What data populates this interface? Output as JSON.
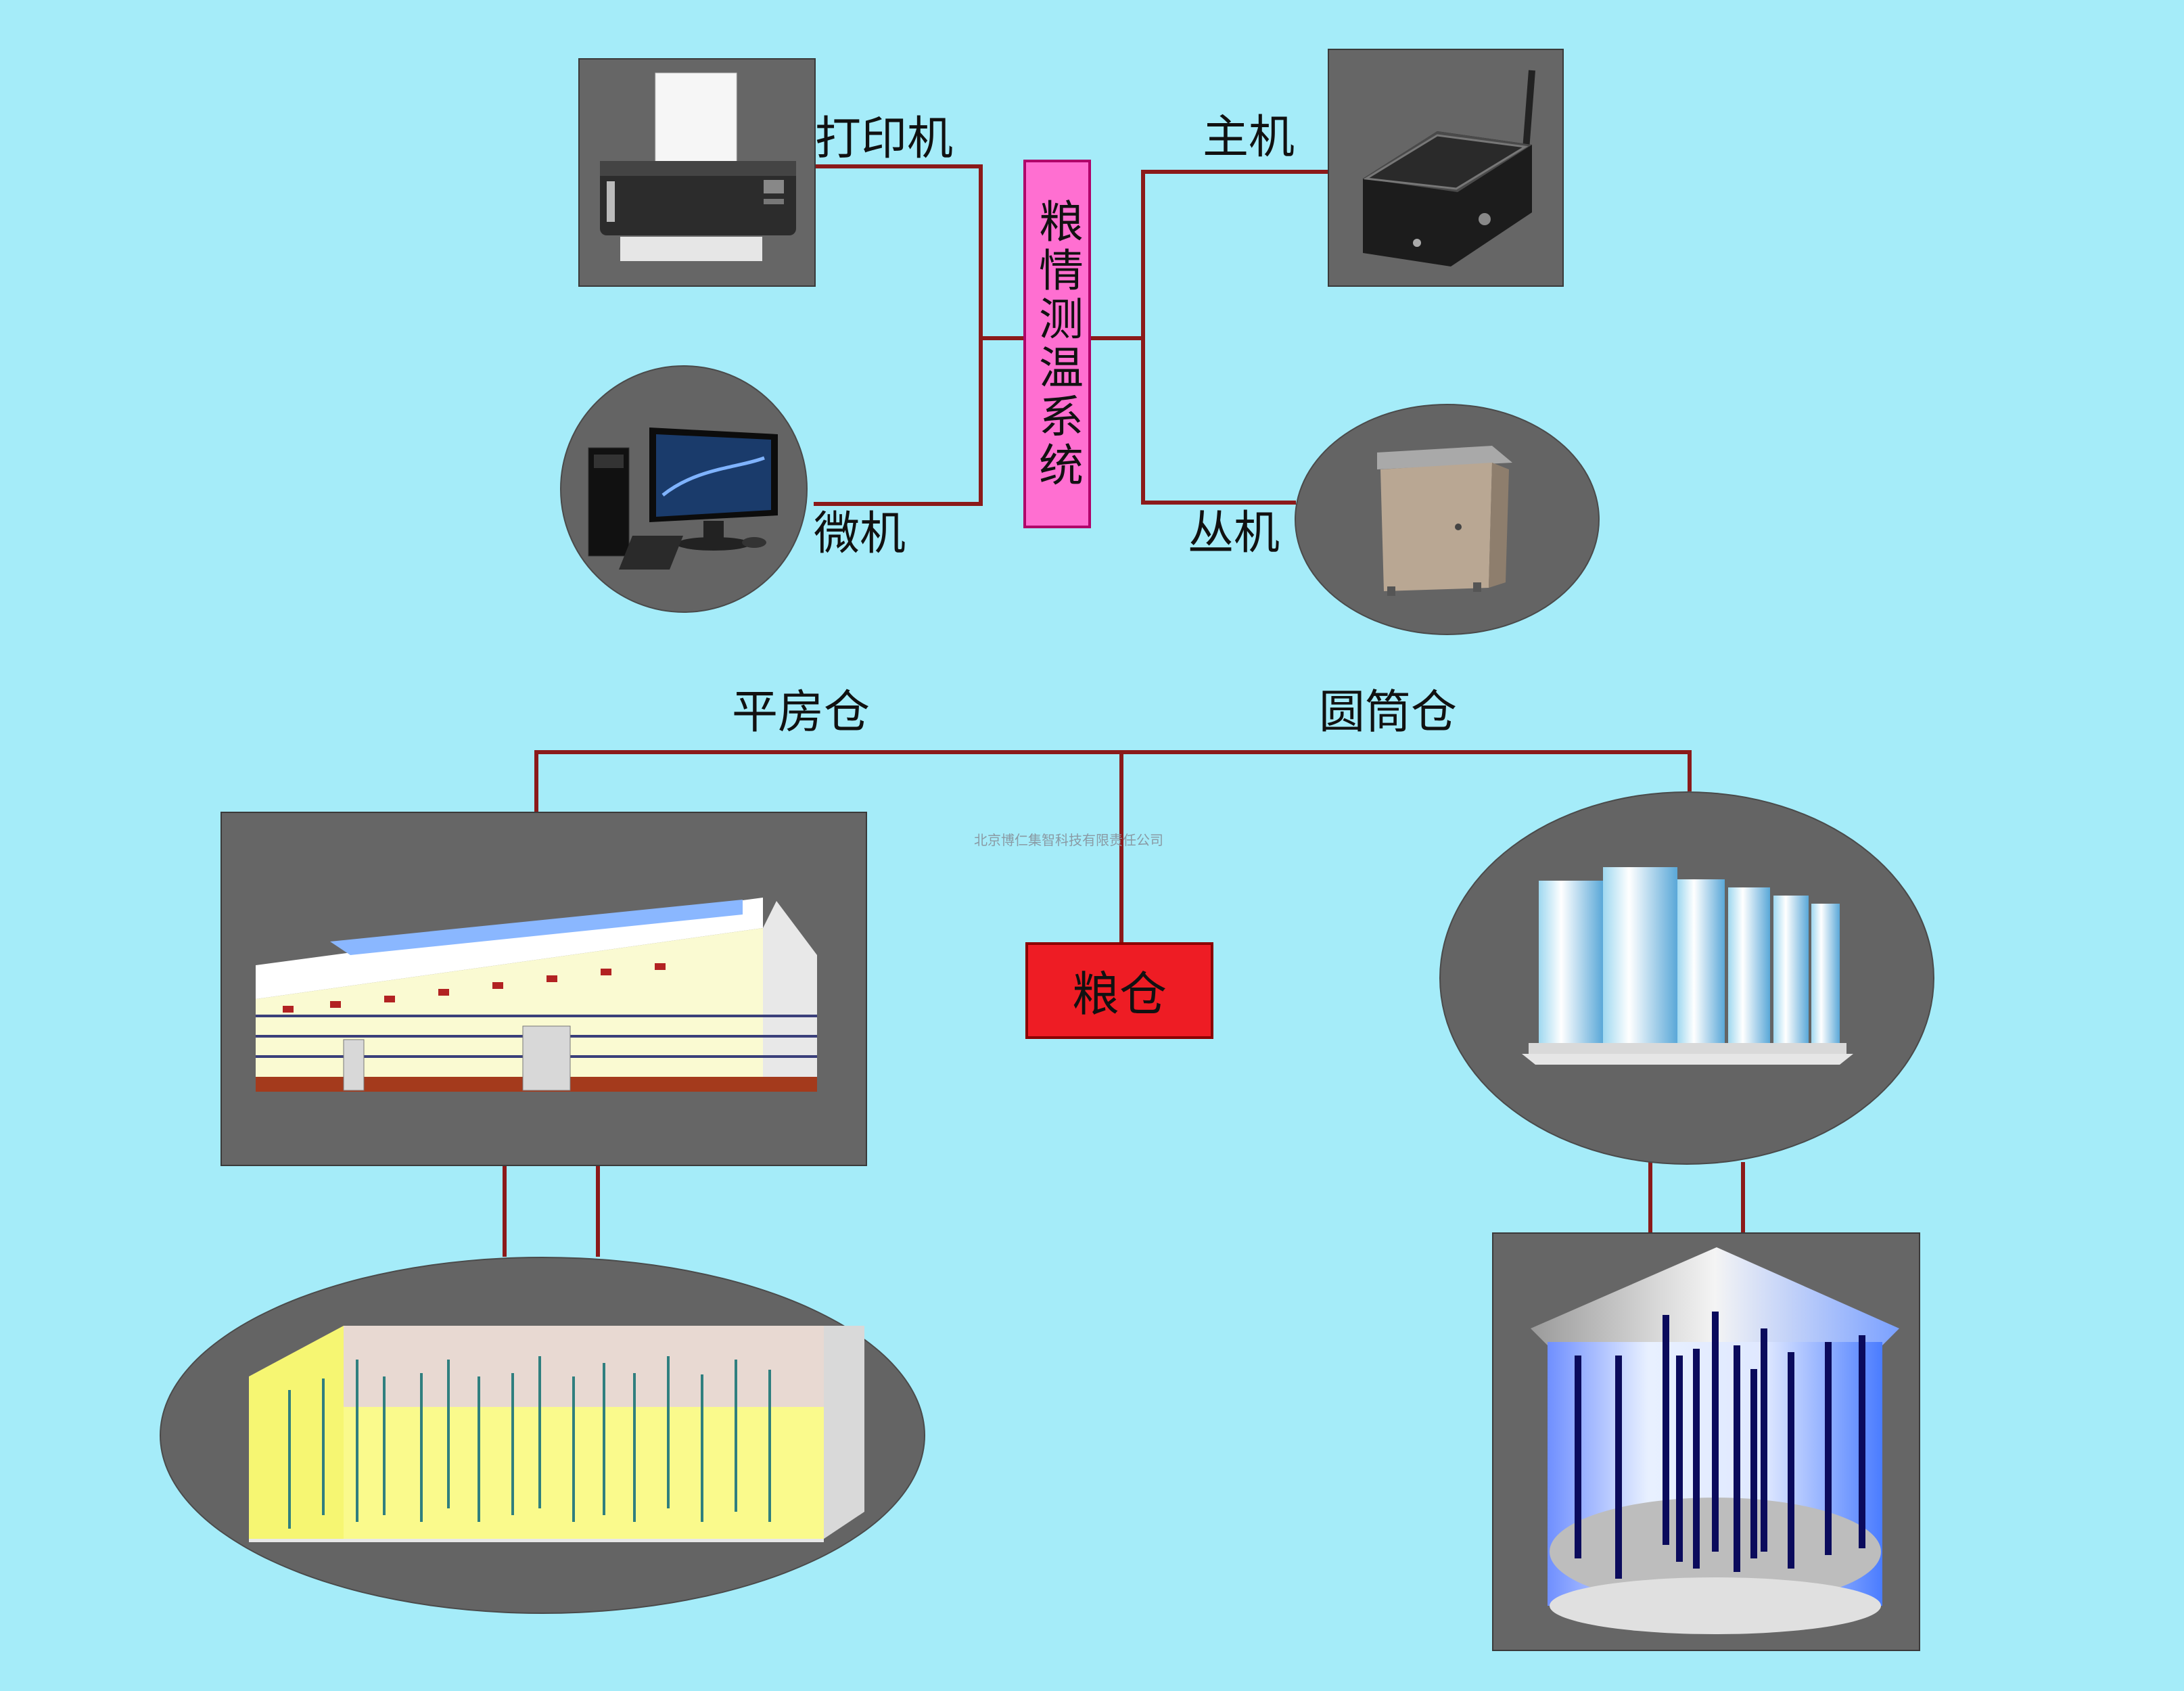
{
  "title": "粮情测温系统",
  "nodes": {
    "printer": "打印机",
    "host": "主机",
    "microcomputer": "微机",
    "slave": "丛机",
    "granary": "粮仓",
    "flat_warehouse": "平房仓",
    "silo_warehouse": "圆筒仓"
  },
  "watermark": "北京博仁集智科技有限责任公司",
  "icons": {
    "printer": "printer-icon",
    "host": "router-device-icon",
    "microcomputer": "desktop-computer-icon",
    "slave": "cabinet-icon",
    "flat_warehouse": "flat-warehouse-icon",
    "silo_warehouse": "silo-icon",
    "flat_interior": "flat-warehouse-sensor-cables-icon",
    "silo_interior": "silo-sensor-cables-icon"
  },
  "colors": {
    "background": "#a5ecf9",
    "connector": "#8b1a1a",
    "center_box": "#ff6fd1",
    "granary_box": "#ee1c24",
    "panel": "#666666"
  }
}
